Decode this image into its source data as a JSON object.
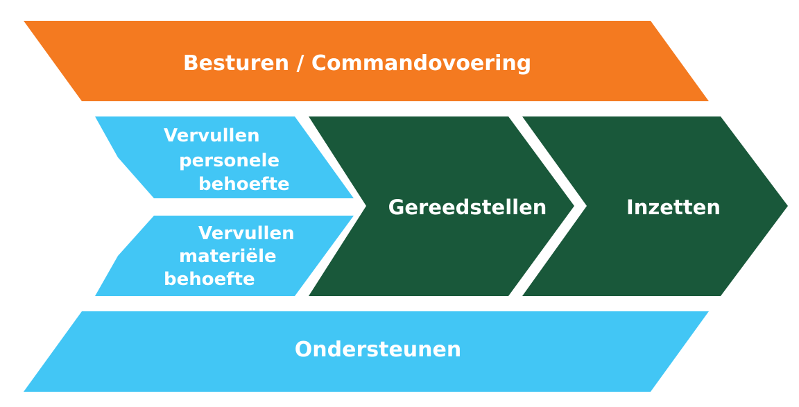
{
  "colors": {
    "orange": "#F47A20",
    "light_blue": "#42C6F5",
    "dark_green": "#19583A",
    "text": "#FFFFFF"
  },
  "blocks": {
    "besturen": {
      "label": "Besturen / Commandovoering"
    },
    "personeel": {
      "lines": [
        "Vervullen",
        "personele",
        "behoefte"
      ]
    },
    "materieel": {
      "lines": [
        "Vervullen",
        "materiële",
        "behoefte"
      ]
    },
    "gereedstellen": {
      "label": "Gereedstellen"
    },
    "inzetten": {
      "label": "Inzetten"
    },
    "ondersteunen": {
      "label": "Ondersteunen"
    }
  }
}
